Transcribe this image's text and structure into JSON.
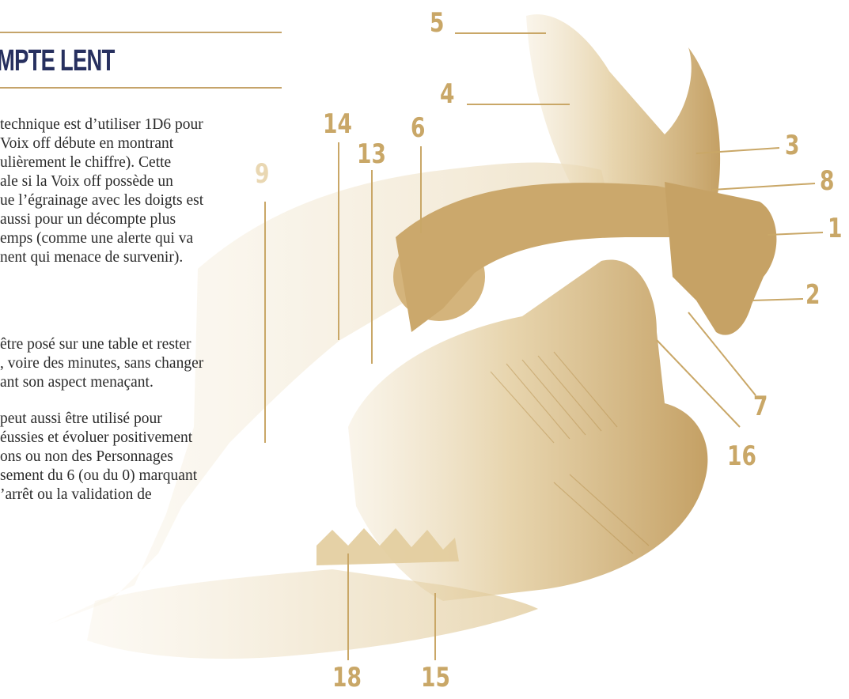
{
  "section": {
    "title": "MPTE LENT"
  },
  "body_lines": [
    "technique est d’utiliser 1D6 pour",
    "Voix off débute en montrant",
    "ulièrement le chiffre). Cette",
    "ale si la Voix off possède un",
    "ue l’égrainage avec les doigts est",
    "aussi pour un décompte plus",
    "emps (comme une alerte qui va",
    "nent qui menace de survenir).",
    "être posé sur une table et rester",
    ", voire des minutes, sans changer",
    "ant son aspect menaçant.",
    "peut aussi être utilisé pour",
    "éussies et évoluer positivement",
    "ons ou non des Personnages",
    "sement du 6 (ou du 0) marquant",
    "’arrêt ou la validation de"
  ],
  "illustration": {
    "labels": [
      "5",
      "4",
      "6",
      "14",
      "13",
      "9",
      "3",
      "8",
      "1",
      "2",
      "7",
      "16",
      "18",
      "15"
    ],
    "colors": {
      "ink": "#c9a767",
      "ink_dark": "#b89250",
      "ink_faint": "#efe2c6",
      "title": "#27305f",
      "rule": "#c5a46a"
    }
  }
}
